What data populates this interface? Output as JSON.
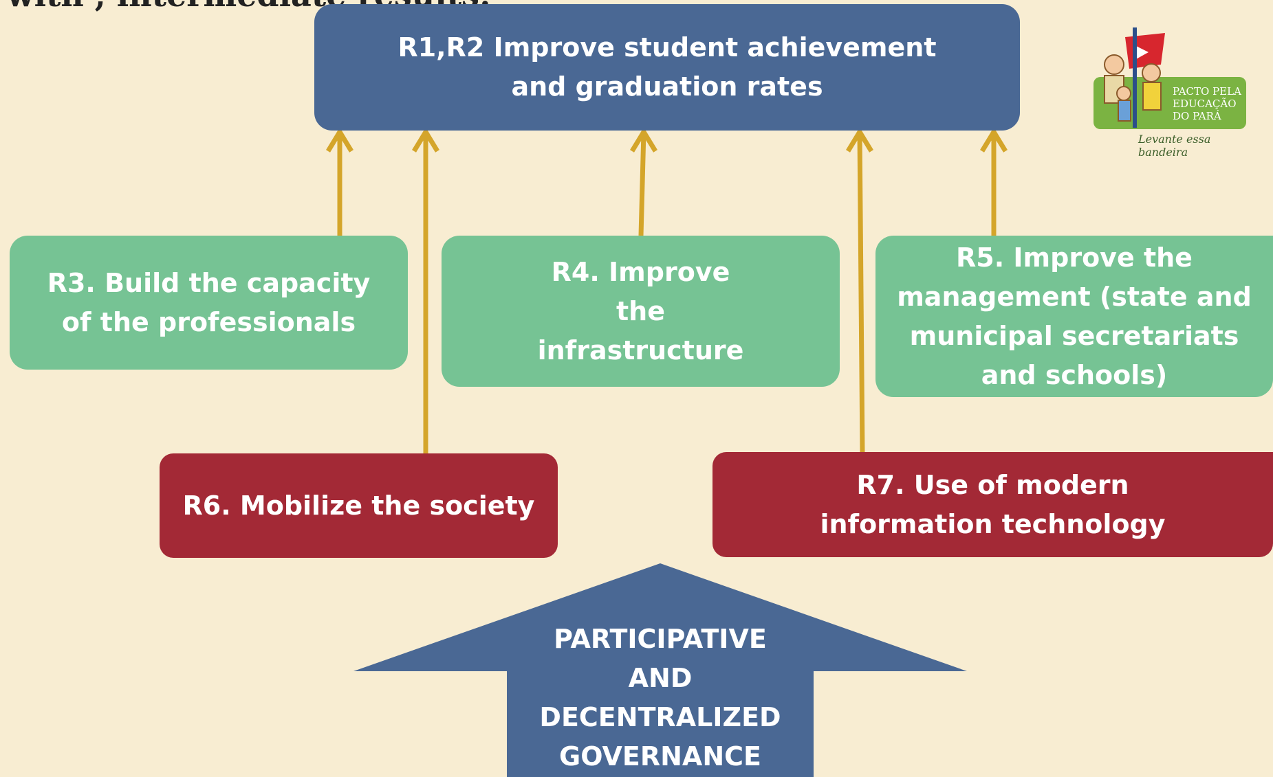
{
  "header": {
    "title_fragment": "with , intermediate results:"
  },
  "results": {
    "r1r2": "R1,R2 Improve student achievement and graduation rates",
    "r3": "R3. Build the capacity of the professionals",
    "r4": "R4. Improve the infrastructure",
    "r5": "R5. Improve the management (state and municipal secretariats and schools)",
    "r6": "R6. Mobilize the society",
    "r7": "R7. Use of modern information technology"
  },
  "foundation": {
    "lines": [
      "PARTICIPATIVE",
      "AND",
      "DECENTRALIZED",
      "GOVERNANCE"
    ]
  },
  "logo": {
    "lines": [
      "PACTO PELA",
      "EDUCAÇÃO",
      "DO PARÁ"
    ],
    "tagline": "Levante essa bandeira"
  },
  "colors": {
    "background": "#f8edd2",
    "top_box": "#4a6894",
    "green_boxes": "#76c394",
    "red_boxes": "#a32936",
    "arrows": "#d4a52a"
  },
  "icons": [
    "arrow-up-icon",
    "big-up-arrow-icon",
    "pacto-logo-icon"
  ]
}
